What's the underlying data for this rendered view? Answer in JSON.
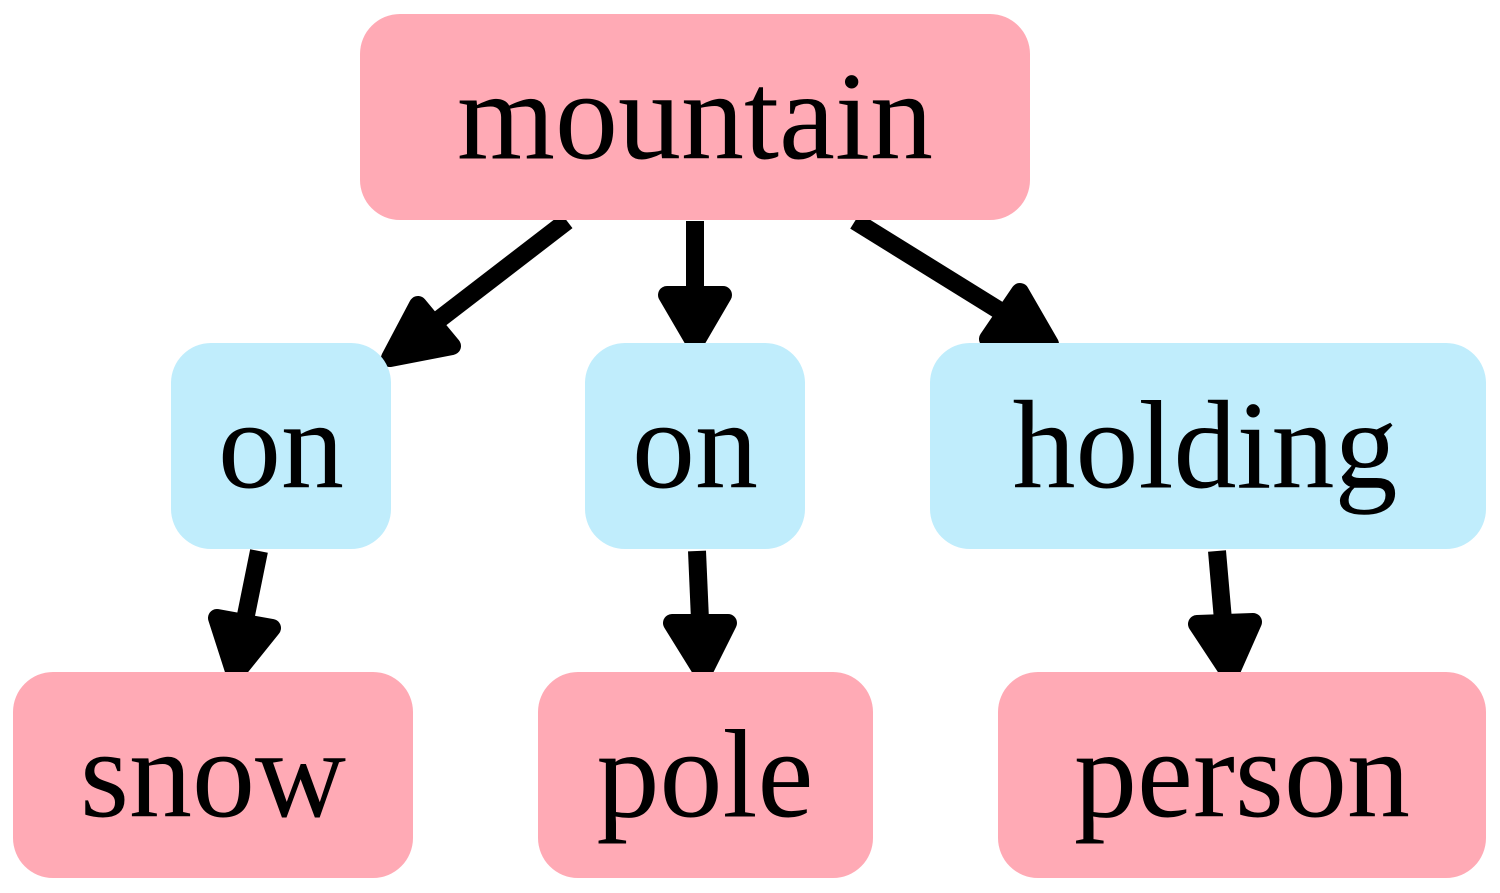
{
  "colors": {
    "object_node": "#ffaab5",
    "relation_node": "#c0edfc",
    "edge": "#000000"
  },
  "nodes": {
    "mountain": {
      "label": "mountain",
      "kind": "object"
    },
    "on_1": {
      "label": "on",
      "kind": "relation"
    },
    "on_2": {
      "label": "on",
      "kind": "relation"
    },
    "holding": {
      "label": "holding",
      "kind": "relation"
    },
    "snow": {
      "label": "snow",
      "kind": "object"
    },
    "pole": {
      "label": "pole",
      "kind": "object"
    },
    "person": {
      "label": "person",
      "kind": "object"
    }
  },
  "edges": [
    {
      "from": "mountain",
      "to": "on_1"
    },
    {
      "from": "mountain",
      "to": "on_2"
    },
    {
      "from": "mountain",
      "to": "holding"
    },
    {
      "from": "on_1",
      "to": "snow"
    },
    {
      "from": "on_2",
      "to": "pole"
    },
    {
      "from": "holding",
      "to": "person"
    }
  ]
}
